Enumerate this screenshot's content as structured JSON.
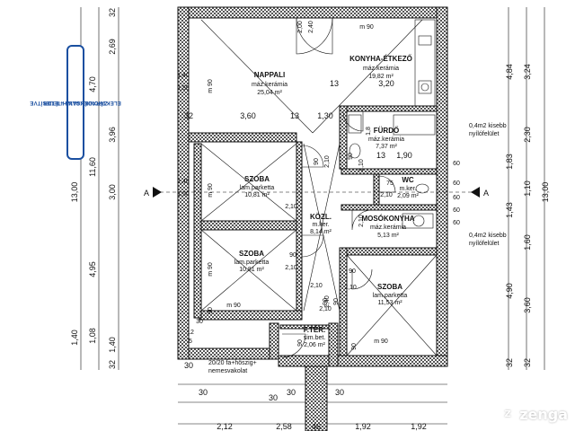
{
  "stamp": {
    "line1": "ELEKTRONIKUSAN HITELESÍTVE",
    "line2": "ZÁRADÉKOLVA – ÉTDR"
  },
  "logo": {
    "text": "zenga",
    "mark": "Z"
  },
  "rooms": [
    {
      "id": "nappali",
      "name": "NAPPALI",
      "material": "máz.kerámia",
      "area": "25,04 m²"
    },
    {
      "id": "konyha",
      "name": "KONYHA-ÉTKEZŐ",
      "material": "máz.kerámia",
      "area": "19,82 m²"
    },
    {
      "id": "furdo",
      "name": "FÜRDŐ",
      "material": "máz.kerámia",
      "area": "7,37 m²"
    },
    {
      "id": "wc",
      "name": "WC",
      "material": "m.ker.",
      "area": "2,09 m²"
    },
    {
      "id": "szoba1",
      "name": "SZOBA",
      "material": "lam.parketta",
      "area": "10,81 m²"
    },
    {
      "id": "kozl",
      "name": "KÖZL.",
      "material": "m.ker.",
      "area": "8,14 m²"
    },
    {
      "id": "mosokonyha",
      "name": "MOSÓKONYHA",
      "material": "máz.kerámia",
      "area": "5,13 m²"
    },
    {
      "id": "szoba2",
      "name": "SZOBA",
      "material": "lam.parketta",
      "area": "10,81 m²"
    },
    {
      "id": "szoba3",
      "name": "SZOBA",
      "material": "lam.parketta",
      "area": "11,53 m²"
    },
    {
      "id": "fter",
      "name": "F.TÉR.",
      "material": "sim.bet.",
      "area": "2,06 m²"
    }
  ],
  "notes": {
    "window_note1a": "0,4m2 kisebb",
    "window_note1b": "nyílófelület",
    "window_note2a": "0,4m2 kisebb",
    "window_note2b": "nyílófelület",
    "column": "20/20 fa+höszig+",
    "column2": "nemesvakolat",
    "section_a_left": "A",
    "section_a_right": "A"
  },
  "dims_left_outer": [
    "32",
    "2,69",
    "4,70",
    "3,96",
    "11,60",
    "13,00",
    "3,00",
    "4,95",
    "1,40",
    "1,40",
    "1,08",
    "32"
  ],
  "dims_left_inner": [
    "1,40",
    "1,50",
    "1,40",
    "1,50"
  ],
  "dims_right_outer": [
    "4,84",
    "3,24",
    "2,30",
    "1,83",
    "1,10",
    "1,43",
    "1,60",
    "4,90",
    "3,60",
    "32",
    "32",
    "13,00"
  ],
  "dims_bottom": [
    "2,12",
    "2,58",
    "46",
    "1,92",
    "1,92"
  ],
  "dims_bottom2": [
    "30",
    "30",
    "30",
    "30",
    "30"
  ],
  "dims_interior": [
    "3,60",
    "13",
    "1,30",
    "32",
    "13",
    "3,20",
    "13",
    "1,90",
    "m 90",
    "m 90",
    "m 90",
    "m 90",
    "m 90",
    "m 90",
    "2,00",
    "2,40",
    "2,10",
    "2,10",
    "2,10",
    "2,10",
    "2,10",
    "2,10",
    "2,10",
    "90",
    "90",
    "90",
    "90",
    "75",
    "60",
    "60",
    "60",
    "60",
    "60",
    "1,8",
    "90",
    "90",
    "90",
    "90",
    "2,10",
    "90",
    "2,10",
    "2,40",
    "30",
    "12",
    "5"
  ]
}
